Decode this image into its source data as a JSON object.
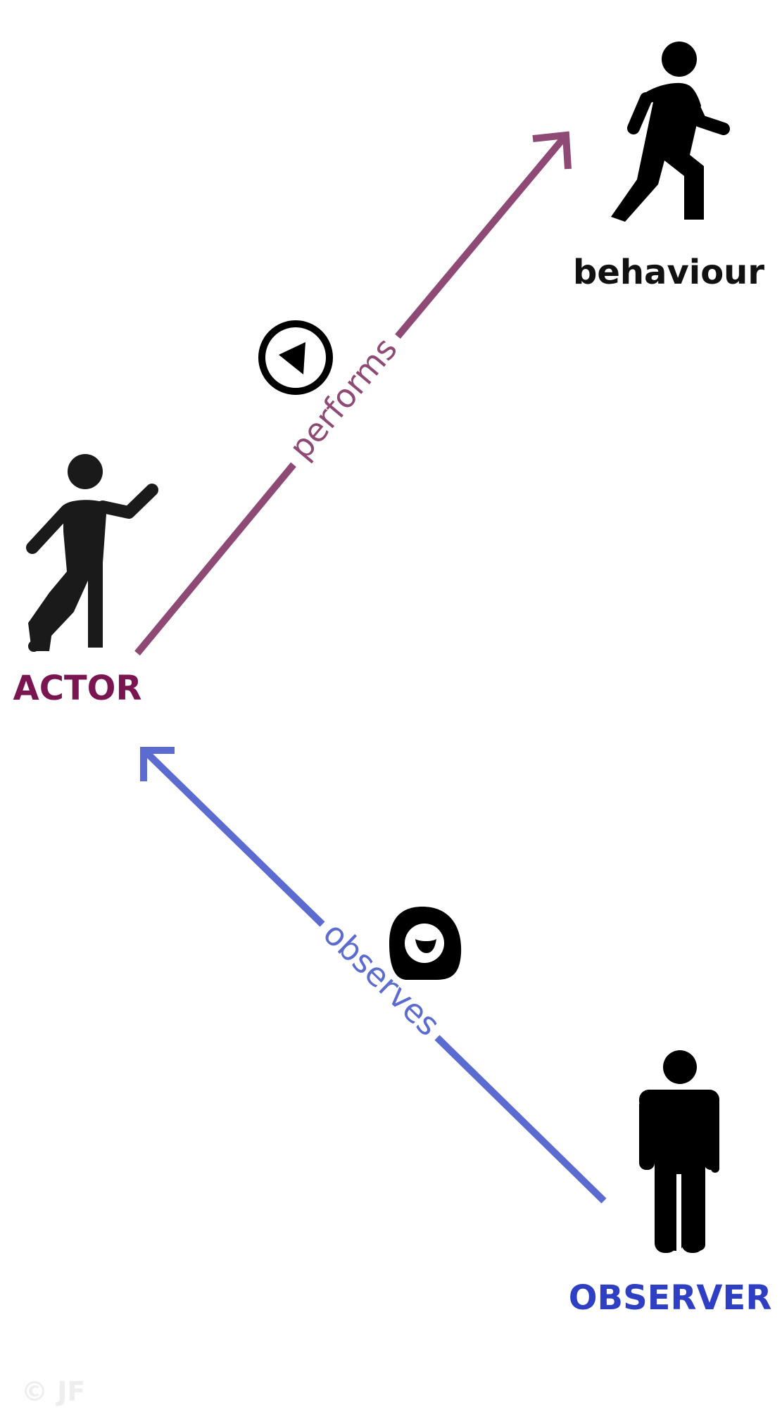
{
  "diagram": {
    "nodes": {
      "actor": {
        "label": "ACTOR",
        "icon": "gesturing-person-icon",
        "color": "#7a1552"
      },
      "behaviour": {
        "label": "behaviour",
        "icon": "walking-person-icon",
        "color": "#111111"
      },
      "observer": {
        "label": "OBSERVER",
        "icon": "standing-person-icon",
        "color": "#2f3fc4"
      }
    },
    "edges": {
      "performs": {
        "label": "performs",
        "from": "ACTOR",
        "to": "behaviour",
        "color": "#8e4a74",
        "icon": "play-button-icon"
      },
      "observes": {
        "label": "observes",
        "from": "OBSERVER",
        "to": "ACTOR",
        "color": "#5b6bd0",
        "icon": "eye-icon"
      }
    },
    "copyright": "© JF"
  }
}
